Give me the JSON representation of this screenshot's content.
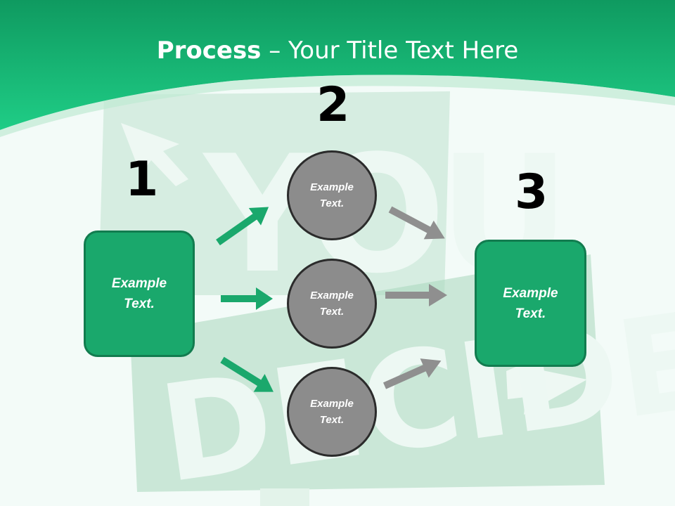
{
  "title": {
    "bold": "Process",
    "rest": " – Your Title Text Here"
  },
  "steps": [
    {
      "number": "1",
      "text": "Example\nText."
    },
    {
      "number": "2",
      "circles": [
        "Example\nText.",
        "Example\nText.",
        "Example\nText."
      ]
    },
    {
      "number": "3",
      "text": "Example\nText."
    }
  ],
  "background_sign": {
    "top_word": "YOU",
    "bottom_word": "DECIDE"
  },
  "colors": {
    "header_green": "#1cc37f",
    "box_fill": "#1aa86c",
    "box_border": "#127c4f",
    "circle_fill": "#8c8c8c",
    "circle_border": "#2b2b2b",
    "arrow_green": "#1aa86c",
    "arrow_gray": "#8f8f8f"
  }
}
